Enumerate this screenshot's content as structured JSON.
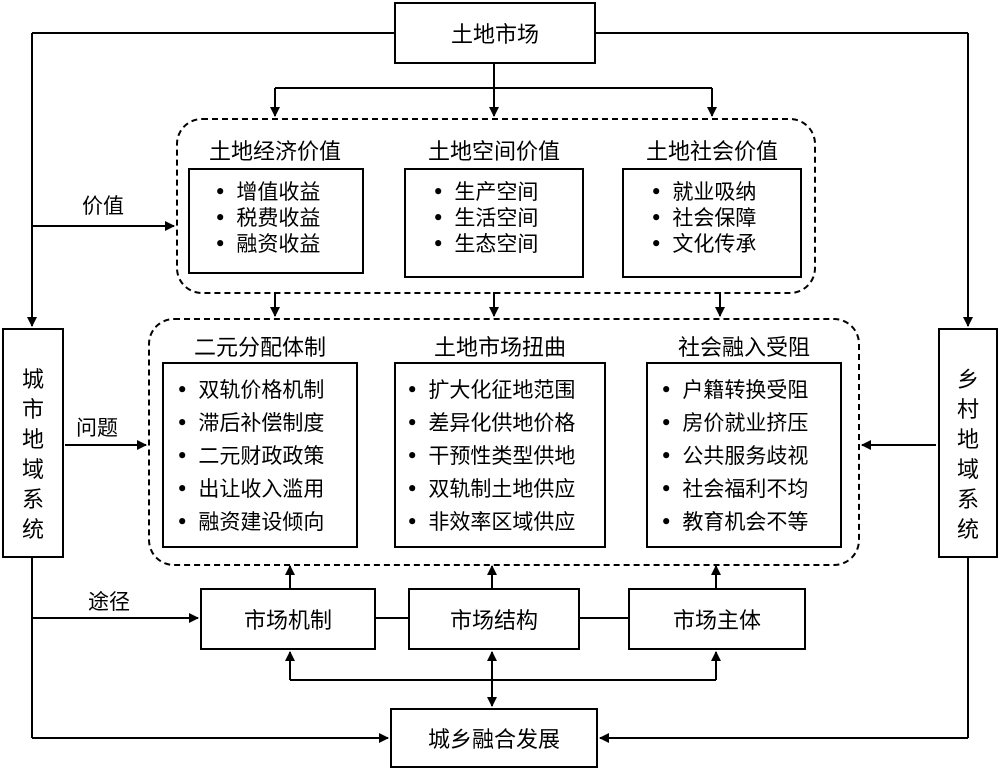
{
  "top_node": "土地市场",
  "bottom_node": "城乡融合发展",
  "left_system": [
    "城",
    "市",
    "地",
    "域",
    "系",
    "统"
  ],
  "right_system": [
    "乡",
    "村",
    "地",
    "域",
    "系",
    "统"
  ],
  "edge_labels": {
    "value": "价值",
    "problem": "问题",
    "path": "途径"
  },
  "values": [
    {
      "title": "土地经济价值",
      "items": [
        "增值收益",
        "税费收益",
        "融资收益"
      ]
    },
    {
      "title": "土地空间价值",
      "items": [
        "生产空间",
        "生活空间",
        "生态空间"
      ]
    },
    {
      "title": "土地社会价值",
      "items": [
        "就业吸纳",
        "社会保障",
        "文化传承"
      ]
    }
  ],
  "problems": [
    {
      "title": "二元分配体制",
      "items": [
        "双轨价格机制",
        "滞后补偿制度",
        "二元财政政策",
        "出让收入滥用",
        "融资建设倾向"
      ]
    },
    {
      "title": "土地市场扭曲",
      "items": [
        "扩大化征地范围",
        "差异化供地价格",
        "干预性类型供地",
        "双轨制土地供应",
        "非效率区域供应"
      ]
    },
    {
      "title": "社会融入受阻",
      "items": [
        "户籍转换受阻",
        "房价就业挤压",
        "公共服务歧视",
        "社会福利不均",
        "教育机会不等"
      ]
    }
  ],
  "market": [
    "市场机制",
    "市场结构",
    "市场主体"
  ]
}
